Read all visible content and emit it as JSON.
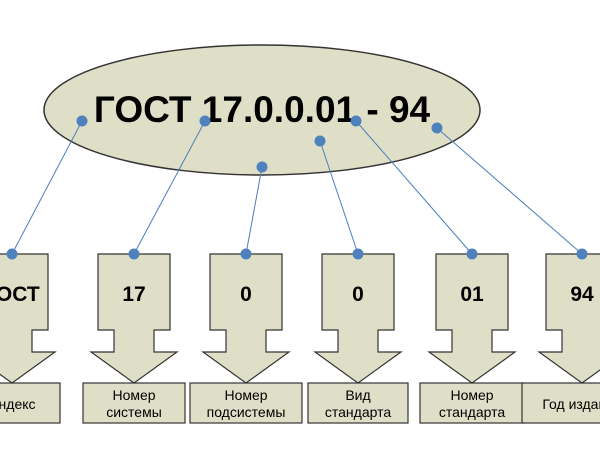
{
  "title": "ГОСТ 17.0.0.01 - 94",
  "colors": {
    "fill": "#dedfc6",
    "stroke": "#333333",
    "line": "#4a7ebb",
    "dot": "#4f81bd"
  },
  "components": [
    {
      "value": "ГОСТ",
      "label_lines": [
        "Индекс"
      ]
    },
    {
      "value": "17",
      "label_lines": [
        "Номер",
        "системы"
      ]
    },
    {
      "value": "0",
      "label_lines": [
        "Номер",
        "подсистемы"
      ]
    },
    {
      "value": "0",
      "label_lines": [
        "Вид",
        "стандарта"
      ]
    },
    {
      "value": "01",
      "label_lines": [
        "Номер",
        "стандарта"
      ]
    },
    {
      "value": "94",
      "label_lines": [
        "Год издания"
      ]
    }
  ]
}
